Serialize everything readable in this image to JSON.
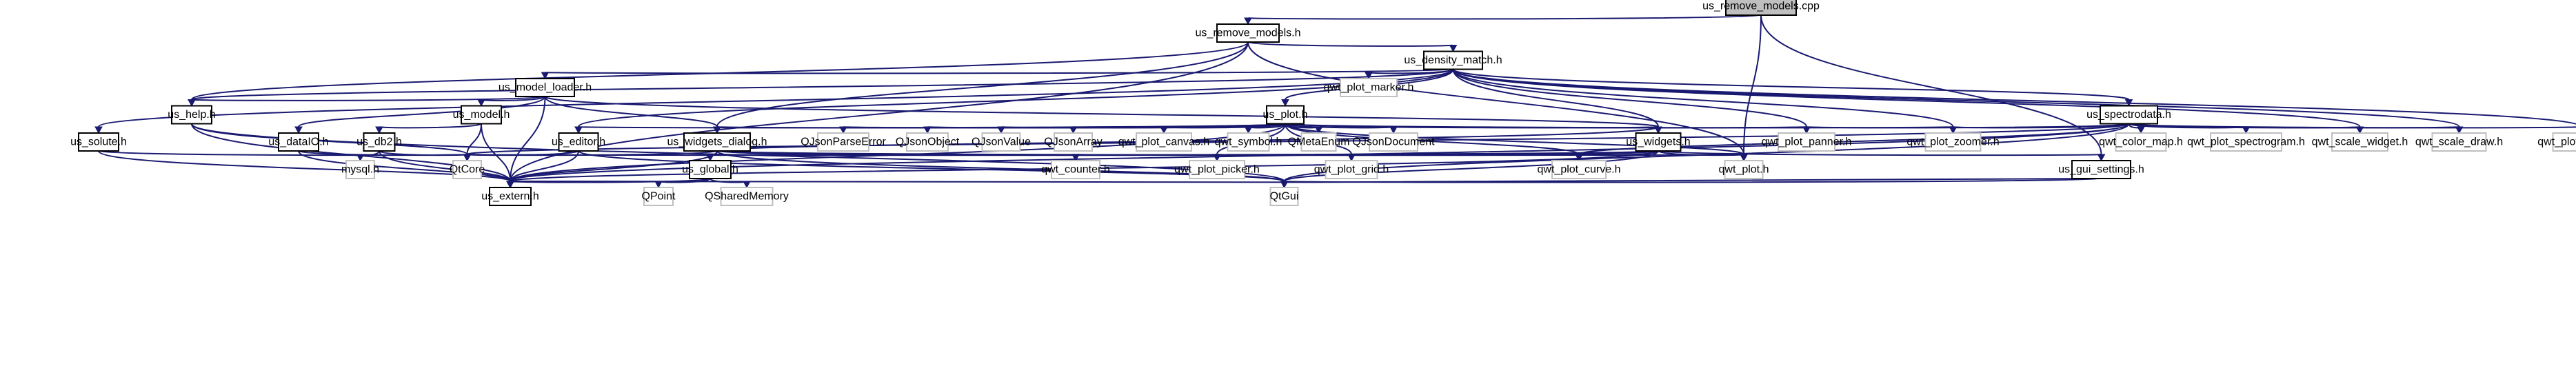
{
  "graph": {
    "nodes": [
      {
        "id": "us_remove_models_cpp",
        "label": "us_remove_models.cpp",
        "kind": "root"
      },
      {
        "id": "us_remove_models_h",
        "label": "us_remove_models.h",
        "kind": "strong"
      },
      {
        "id": "us_density_match_h",
        "label": "us_density_match.h",
        "kind": "strong"
      },
      {
        "id": "us_model_loader_h",
        "label": "us_model_loader.h",
        "kind": "strong"
      },
      {
        "id": "qwt_plot_marker_h",
        "label": "qwt_plot_marker.h",
        "kind": "weak"
      },
      {
        "id": "us_help_h",
        "label": "us_help.h",
        "kind": "strong"
      },
      {
        "id": "us_model_h",
        "label": "us_model.h",
        "kind": "strong"
      },
      {
        "id": "us_plot_h",
        "label": "us_plot.h",
        "kind": "strong"
      },
      {
        "id": "us_spectrodata_h",
        "label": "us_spectrodata.h",
        "kind": "strong"
      },
      {
        "id": "us_solute_h",
        "label": "us_solute.h",
        "kind": "strong"
      },
      {
        "id": "us_dataIO_h",
        "label": "us_dataIO.h",
        "kind": "strong"
      },
      {
        "id": "us_db2_h",
        "label": "us_db2.h",
        "kind": "strong"
      },
      {
        "id": "us_editor_h",
        "label": "us_editor.h",
        "kind": "strong"
      },
      {
        "id": "us_widgets_dialog_h",
        "label": "us_widgets_dialog.h",
        "kind": "strong"
      },
      {
        "id": "QJsonParseError",
        "label": "QJsonParseError",
        "kind": "weak"
      },
      {
        "id": "QJsonObject",
        "label": "QJsonObject",
        "kind": "weak"
      },
      {
        "id": "QJsonValue",
        "label": "QJsonValue",
        "kind": "weak"
      },
      {
        "id": "QJsonArray",
        "label": "QJsonArray",
        "kind": "weak"
      },
      {
        "id": "qwt_plot_canvas_h",
        "label": "qwt_plot_canvas.h",
        "kind": "weak"
      },
      {
        "id": "qwt_symbol_h",
        "label": "qwt_symbol.h",
        "kind": "weak"
      },
      {
        "id": "QMetaEnum",
        "label": "QMetaEnum",
        "kind": "weak"
      },
      {
        "id": "QJsonDocument",
        "label": "QJsonDocument",
        "kind": "weak"
      },
      {
        "id": "us_widgets_h",
        "label": "us_widgets.h",
        "kind": "strong"
      },
      {
        "id": "qwt_plot_panner_h",
        "label": "qwt_plot_panner.h",
        "kind": "weak"
      },
      {
        "id": "qwt_plot_zoomer_h",
        "label": "qwt_plot_zoomer.h",
        "kind": "weak"
      },
      {
        "id": "qwt_color_map_h",
        "label": "qwt_color_map.h",
        "kind": "weak"
      },
      {
        "id": "qwt_plot_spectrogram_h",
        "label": "qwt_plot_spectrogram.h",
        "kind": "weak"
      },
      {
        "id": "qwt_scale_widget_h",
        "label": "qwt_scale_widget.h",
        "kind": "weak"
      },
      {
        "id": "qwt_scale_draw_h",
        "label": "qwt_scale_draw.h",
        "kind": "weak"
      },
      {
        "id": "qwt_plot_layout_h",
        "label": "qwt_plot_layout.h",
        "kind": "weak"
      },
      {
        "id": "mysql_h",
        "label": "mysql.h",
        "kind": "weak"
      },
      {
        "id": "QtCore",
        "label": "QtCore",
        "kind": "weak"
      },
      {
        "id": "us_global_h",
        "label": "us_global.h",
        "kind": "strong"
      },
      {
        "id": "qwt_counter_h",
        "label": "qwt_counter.h",
        "kind": "weak"
      },
      {
        "id": "qwt_plot_picker_h",
        "label": "qwt_plot_picker.h",
        "kind": "weak"
      },
      {
        "id": "qwt_plot_grid_h",
        "label": "qwt_plot_grid.h",
        "kind": "weak"
      },
      {
        "id": "qwt_plot_curve_h",
        "label": "qwt_plot_curve.h",
        "kind": "weak"
      },
      {
        "id": "qwt_plot_h",
        "label": "qwt_plot.h",
        "kind": "weak"
      },
      {
        "id": "us_gui_settings_h",
        "label": "us_gui_settings.h",
        "kind": "strong"
      },
      {
        "id": "us_extern_h",
        "label": "us_extern.h",
        "kind": "strong"
      },
      {
        "id": "QPoint",
        "label": "QPoint",
        "kind": "weak"
      },
      {
        "id": "QSharedMemory",
        "label": "QSharedMemory",
        "kind": "weak"
      },
      {
        "id": "QtGui",
        "label": "QtGui",
        "kind": "weak"
      }
    ],
    "edges": [
      [
        "us_remove_models_cpp",
        "us_remove_models_h"
      ],
      [
        "us_remove_models_cpp",
        "qwt_plot_h"
      ],
      [
        "us_remove_models_cpp",
        "us_gui_settings_h"
      ],
      [
        "us_remove_models_h",
        "us_density_match_h"
      ],
      [
        "us_remove_models_h",
        "us_help_h"
      ],
      [
        "us_remove_models_h",
        "us_widgets_dialog_h"
      ],
      [
        "us_remove_models_h",
        "us_extern_h"
      ],
      [
        "us_remove_models_h",
        "qwt_plot_h"
      ],
      [
        "us_density_match_h",
        "us_model_loader_h"
      ],
      [
        "us_density_match_h",
        "qwt_plot_marker_h"
      ],
      [
        "us_density_match_h",
        "us_help_h"
      ],
      [
        "us_density_match_h",
        "us_plot_h"
      ],
      [
        "us_density_match_h",
        "us_spectrodata_h"
      ],
      [
        "us_density_match_h",
        "us_solute_h"
      ],
      [
        "us_density_match_h",
        "us_editor_h"
      ],
      [
        "us_density_match_h",
        "us_widgets_h"
      ],
      [
        "us_density_match_h",
        "qwt_plot_panner_h"
      ],
      [
        "us_density_match_h",
        "qwt_plot_zoomer_h"
      ],
      [
        "us_density_match_h",
        "qwt_scale_widget_h"
      ],
      [
        "us_density_match_h",
        "qwt_scale_draw_h"
      ],
      [
        "us_density_match_h",
        "qwt_plot_layout_h"
      ],
      [
        "us_model_loader_h",
        "us_help_h"
      ],
      [
        "us_model_loader_h",
        "us_model_h"
      ],
      [
        "us_model_loader_h",
        "us_dataIO_h"
      ],
      [
        "us_model_loader_h",
        "us_widgets_dialog_h"
      ],
      [
        "us_model_loader_h",
        "us_widgets_h"
      ],
      [
        "us_model_loader_h",
        "us_extern_h"
      ],
      [
        "us_help_h",
        "QtCore"
      ],
      [
        "us_help_h",
        "us_extern_h"
      ],
      [
        "us_help_h",
        "QtGui"
      ],
      [
        "us_model_h",
        "us_db2_h"
      ],
      [
        "us_model_h",
        "QtCore"
      ],
      [
        "us_model_h",
        "us_extern_h"
      ],
      [
        "us_plot_h",
        "us_editor_h"
      ],
      [
        "us_plot_h",
        "us_widgets_dialog_h"
      ],
      [
        "us_plot_h",
        "QJsonParseError"
      ],
      [
        "us_plot_h",
        "QJsonObject"
      ],
      [
        "us_plot_h",
        "QJsonValue"
      ],
      [
        "us_plot_h",
        "QJsonArray"
      ],
      [
        "us_plot_h",
        "qwt_plot_canvas_h"
      ],
      [
        "us_plot_h",
        "qwt_symbol_h"
      ],
      [
        "us_plot_h",
        "QMetaEnum"
      ],
      [
        "us_plot_h",
        "QJsonDocument"
      ],
      [
        "us_plot_h",
        "us_widgets_h"
      ],
      [
        "us_plot_h",
        "qwt_plot_panner_h"
      ],
      [
        "us_plot_h",
        "qwt_plot_zoomer_h"
      ],
      [
        "us_plot_h",
        "qwt_plot_picker_h"
      ],
      [
        "us_plot_h",
        "qwt_plot_grid_h"
      ],
      [
        "us_plot_h",
        "qwt_plot_curve_h"
      ],
      [
        "us_plot_h",
        "qwt_plot_h"
      ],
      [
        "us_plot_h",
        "us_extern_h"
      ],
      [
        "us_spectrodata_h",
        "QtCore"
      ],
      [
        "us_spectrodata_h",
        "qwt_plot_zoomer_h"
      ],
      [
        "us_spectrodata_h",
        "qwt_plot_panner_h"
      ],
      [
        "us_spectrodata_h",
        "qwt_color_map_h"
      ],
      [
        "us_spectrodata_h",
        "qwt_plot_spectrogram_h"
      ],
      [
        "us_spectrodata_h",
        "qwt_scale_widget_h"
      ],
      [
        "us_spectrodata_h",
        "qwt_scale_draw_h"
      ],
      [
        "us_spectrodata_h",
        "qwt_plot_layout_h"
      ],
      [
        "us_spectrodata_h",
        "qwt_plot_curve_h"
      ],
      [
        "us_spectrodata_h",
        "us_extern_h"
      ],
      [
        "us_spectrodata_h",
        "QtGui"
      ],
      [
        "us_solute_h",
        "QtCore"
      ],
      [
        "us_solute_h",
        "us_extern_h"
      ],
      [
        "us_dataIO_h",
        "QtCore"
      ],
      [
        "us_dataIO_h",
        "us_extern_h"
      ],
      [
        "us_db2_h",
        "mysql_h"
      ],
      [
        "us_db2_h",
        "QtCore"
      ],
      [
        "us_db2_h",
        "us_extern_h"
      ],
      [
        "us_editor_h",
        "QtCore"
      ],
      [
        "us_editor_h",
        "us_extern_h"
      ],
      [
        "us_editor_h",
        "QtGui"
      ],
      [
        "us_widgets_dialog_h",
        "QtCore"
      ],
      [
        "us_widgets_dialog_h",
        "us_global_h"
      ],
      [
        "us_widgets_dialog_h",
        "us_widgets_h"
      ],
      [
        "us_widgets_dialog_h",
        "qwt_counter_h"
      ],
      [
        "us_widgets_dialog_h",
        "qwt_plot_picker_h"
      ],
      [
        "us_widgets_dialog_h",
        "qwt_plot_grid_h"
      ],
      [
        "us_widgets_dialog_h",
        "qwt_plot_curve_h"
      ],
      [
        "us_widgets_dialog_h",
        "qwt_plot_h"
      ],
      [
        "us_widgets_dialog_h",
        "us_extern_h"
      ],
      [
        "us_widgets_dialog_h",
        "QtGui"
      ],
      [
        "us_widgets_h",
        "QtCore"
      ],
      [
        "us_widgets_h",
        "us_global_h"
      ],
      [
        "us_widgets_h",
        "qwt_counter_h"
      ],
      [
        "us_widgets_h",
        "qwt_plot_picker_h"
      ],
      [
        "us_widgets_h",
        "qwt_plot_grid_h"
      ],
      [
        "us_widgets_h",
        "qwt_plot_curve_h"
      ],
      [
        "us_widgets_h",
        "qwt_plot_h"
      ],
      [
        "us_widgets_h",
        "us_gui_settings_h"
      ],
      [
        "us_widgets_h",
        "us_extern_h"
      ],
      [
        "us_widgets_h",
        "QtGui"
      ],
      [
        "us_global_h",
        "QPoint"
      ],
      [
        "us_global_h",
        "QSharedMemory"
      ],
      [
        "us_global_h",
        "us_extern_h"
      ],
      [
        "us_gui_settings_h",
        "us_extern_h"
      ],
      [
        "us_gui_settings_h",
        "QtGui"
      ]
    ]
  }
}
